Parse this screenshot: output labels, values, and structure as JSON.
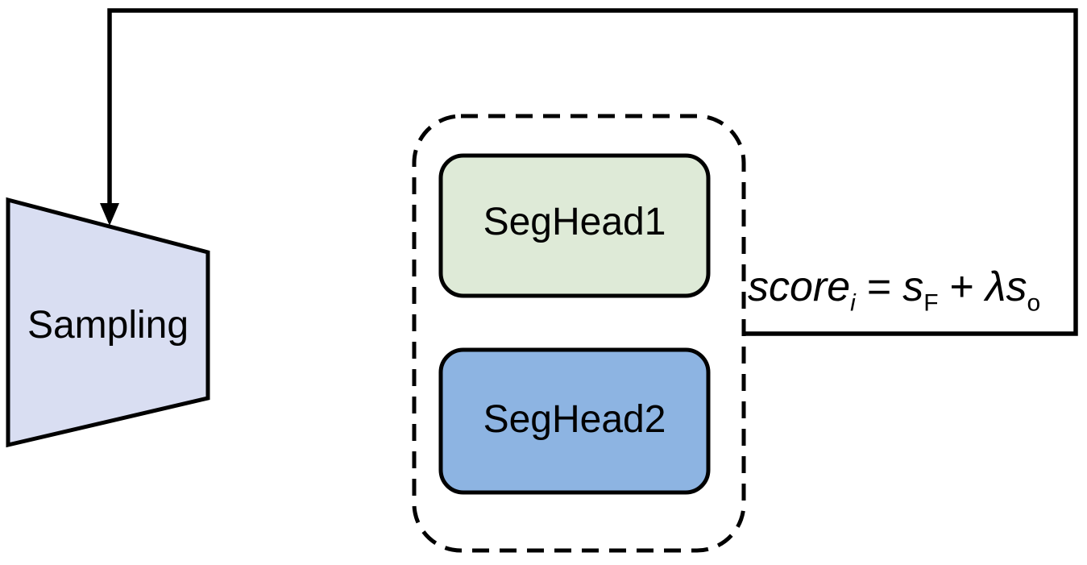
{
  "diagram": {
    "sampling_label": "Sampling",
    "group": {
      "seghead1_label": "SegHead1",
      "seghead2_label": "SegHead2"
    },
    "formula": {
      "text": "scoreᵢ = sᶠ + λsₒ",
      "term": "score",
      "term_sub": "i",
      "equals": "=",
      "s_first": "s",
      "s_first_sub": "F",
      "plus": "+",
      "lambda": "λ",
      "s_second": "s",
      "s_second_sub": "o"
    },
    "colors": {
      "sampling_fill": "#d9def2",
      "seghead1_fill": "#deead7",
      "seghead2_fill": "#8db4e2",
      "line": "#000000"
    }
  }
}
